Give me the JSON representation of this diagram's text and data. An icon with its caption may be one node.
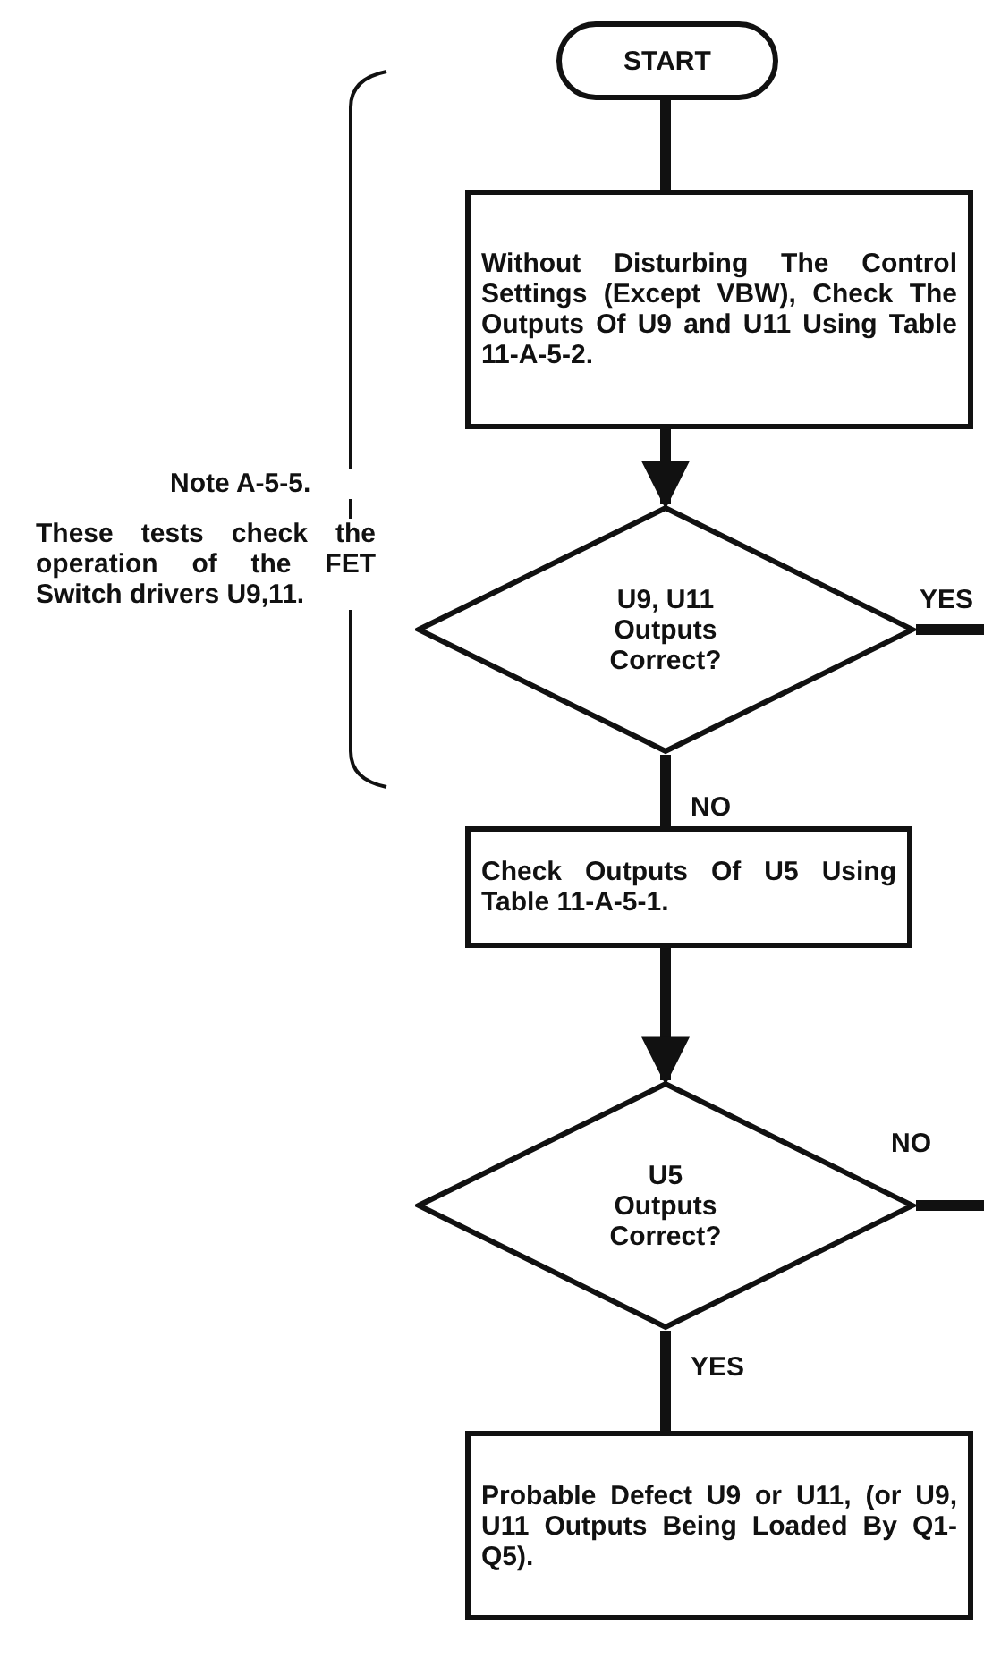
{
  "diagram": {
    "nodes": [
      {
        "text": [
          "START"
        ]
      },
      {
        "text": [
          "Without Disturbing The Control Settings (Except VBW), Check The Outputs Of U9 and U11 Using Table 11-A-5-2."
        ]
      },
      {
        "text": [
          "U9, U11 Outputs Correct?"
        ]
      },
      {
        "text": [
          "Check Outputs Of U5 Using Table 11-A-5-1."
        ]
      },
      {
        "text": [
          "U5 Outputs Correct?"
        ]
      },
      {
        "text": [
          "Probable Defect U9 or U11, (or U9, U11 Outputs Being Loaded By Q1-Q5)."
        ]
      }
    ],
    "edges": [
      {
        "from": 0,
        "to": 1,
        "arrow": "none"
      },
      {
        "from": 1,
        "to": 2,
        "arrow": "to"
      },
      {
        "from": 2,
        "to": null,
        "label": "YES",
        "arrow": "none"
      },
      {
        "from": 2,
        "to": 3,
        "label": "NO",
        "arrow": "none"
      },
      {
        "from": 3,
        "to": 4,
        "arrow": "to"
      },
      {
        "from": 4,
        "to": null,
        "label": "NO",
        "arrow": "none"
      },
      {
        "from": 4,
        "to": 5,
        "label": "YES",
        "arrow": "none"
      }
    ],
    "labels": [
      "Note A-5-5.",
      "These tests check the operation of the FET Switch drivers U9,11."
    ]
  }
}
